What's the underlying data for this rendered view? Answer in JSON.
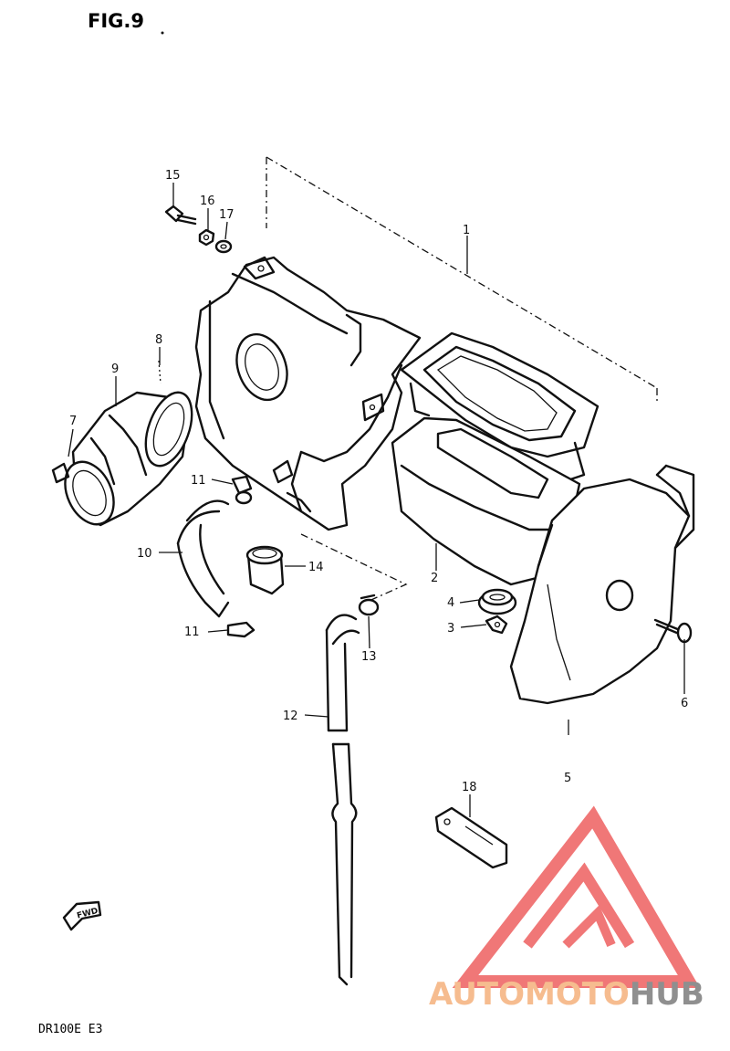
{
  "figure": {
    "title": "FIG.9",
    "model": "DR100E  E3",
    "fwd_label": "FWD"
  },
  "callouts": [
    {
      "id": "1",
      "text": "1"
    },
    {
      "id": "2",
      "text": "2"
    },
    {
      "id": "3",
      "text": "3"
    },
    {
      "id": "4",
      "text": "4"
    },
    {
      "id": "5",
      "text": "5"
    },
    {
      "id": "6",
      "text": "6"
    },
    {
      "id": "7",
      "text": "7"
    },
    {
      "id": "8",
      "text": "8"
    },
    {
      "id": "9",
      "text": "9"
    },
    {
      "id": "10",
      "text": "10"
    },
    {
      "id": "11a",
      "text": "11"
    },
    {
      "id": "11b",
      "text": "11"
    },
    {
      "id": "12",
      "text": "12"
    },
    {
      "id": "13",
      "text": "13"
    },
    {
      "id": "14",
      "text": "14"
    },
    {
      "id": "15",
      "text": "15"
    },
    {
      "id": "16",
      "text": "16"
    },
    {
      "id": "17",
      "text": "17"
    },
    {
      "id": "18",
      "text": "18"
    }
  ],
  "watermark": {
    "part1": "AUTO",
    "part2": "MOTO",
    "part3": "HUB",
    "color_light": "#f6b98a",
    "color_red": "#f07070",
    "color_gray": "#8a8a8a"
  }
}
